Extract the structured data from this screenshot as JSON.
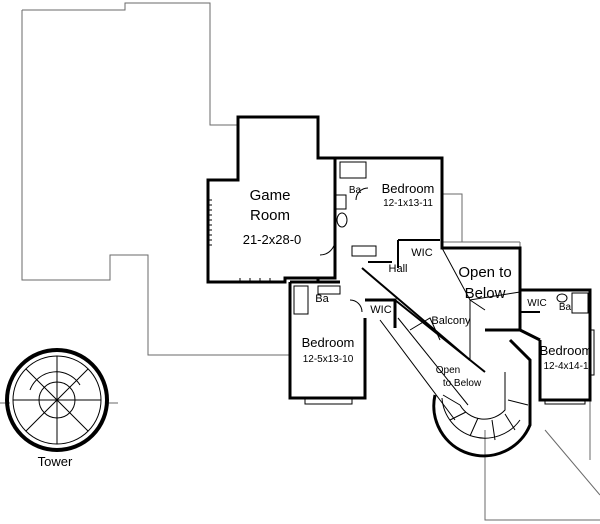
{
  "rooms": {
    "game_room": {
      "name_line1": "Game",
      "name_line2": "Room",
      "size": "21-2x28-0"
    },
    "bedroom_a": {
      "name": "Bedroom",
      "size": "12-1x13-11"
    },
    "bedroom_b": {
      "name": "Bedroom",
      "size": "12-5x13-10"
    },
    "bedroom_c": {
      "name": "Bedroom",
      "size": "12-4x14-1"
    },
    "bath_a": {
      "name": "Ba"
    },
    "bath_b": {
      "name": "Ba"
    },
    "bath_c": {
      "name": "Ba"
    },
    "wic_a": {
      "name": "WIC"
    },
    "wic_b": {
      "name": "WIC"
    },
    "wic_c": {
      "name": "WIC"
    },
    "hall": {
      "name": "Hall"
    },
    "balcony": {
      "name": "Balcony"
    },
    "open_below_a": {
      "line1": "Open to",
      "line2": "Below"
    },
    "open_below_b": {
      "line1": "Open",
      "line2": "to Below"
    },
    "tower": {
      "name": "Tower"
    }
  }
}
